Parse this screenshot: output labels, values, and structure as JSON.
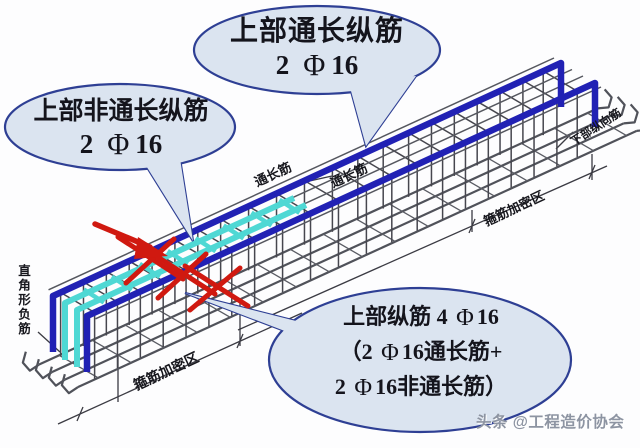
{
  "figure": {
    "callouts": {
      "top": {
        "title": "上部通长纵筋",
        "qty": "2",
        "symbol": "Φ",
        "size": "16"
      },
      "left": {
        "title": "上部非通长纵筋",
        "qty": "2",
        "symbol": "Φ",
        "size": "16"
      },
      "summary": {
        "line1": {
          "pre": "上部纵筋 4 ",
          "sym": "Φ",
          "post": "16"
        },
        "line2": {
          "pre": "（2 ",
          "sym": "Φ",
          "post": "16通长筋+"
        },
        "line3": {
          "pre": "2 ",
          "sym": "Φ",
          "post": "16非通长筋）"
        }
      }
    },
    "labels": {
      "through_bar_a": "通长筋",
      "through_bar_b": "通长筋",
      "bottom_longitudinal_bar": "下部纵向筋",
      "stirrup_densified_zone_right": "箍筋加密区",
      "stirrup_densified_zone_left": "箍筋加密区",
      "right_angle_negative_bar": "直角形负筋"
    },
    "watermark": "头条 @工程造价协会",
    "colors": {
      "through_bar_blue": "#2121b4",
      "non_through_bar_cyan": "#4fd8d4",
      "cutoff_marker_red": "#d01910",
      "bubble_fill": "#dbe4f0",
      "bubble_border": "#2e3f94"
    }
  }
}
